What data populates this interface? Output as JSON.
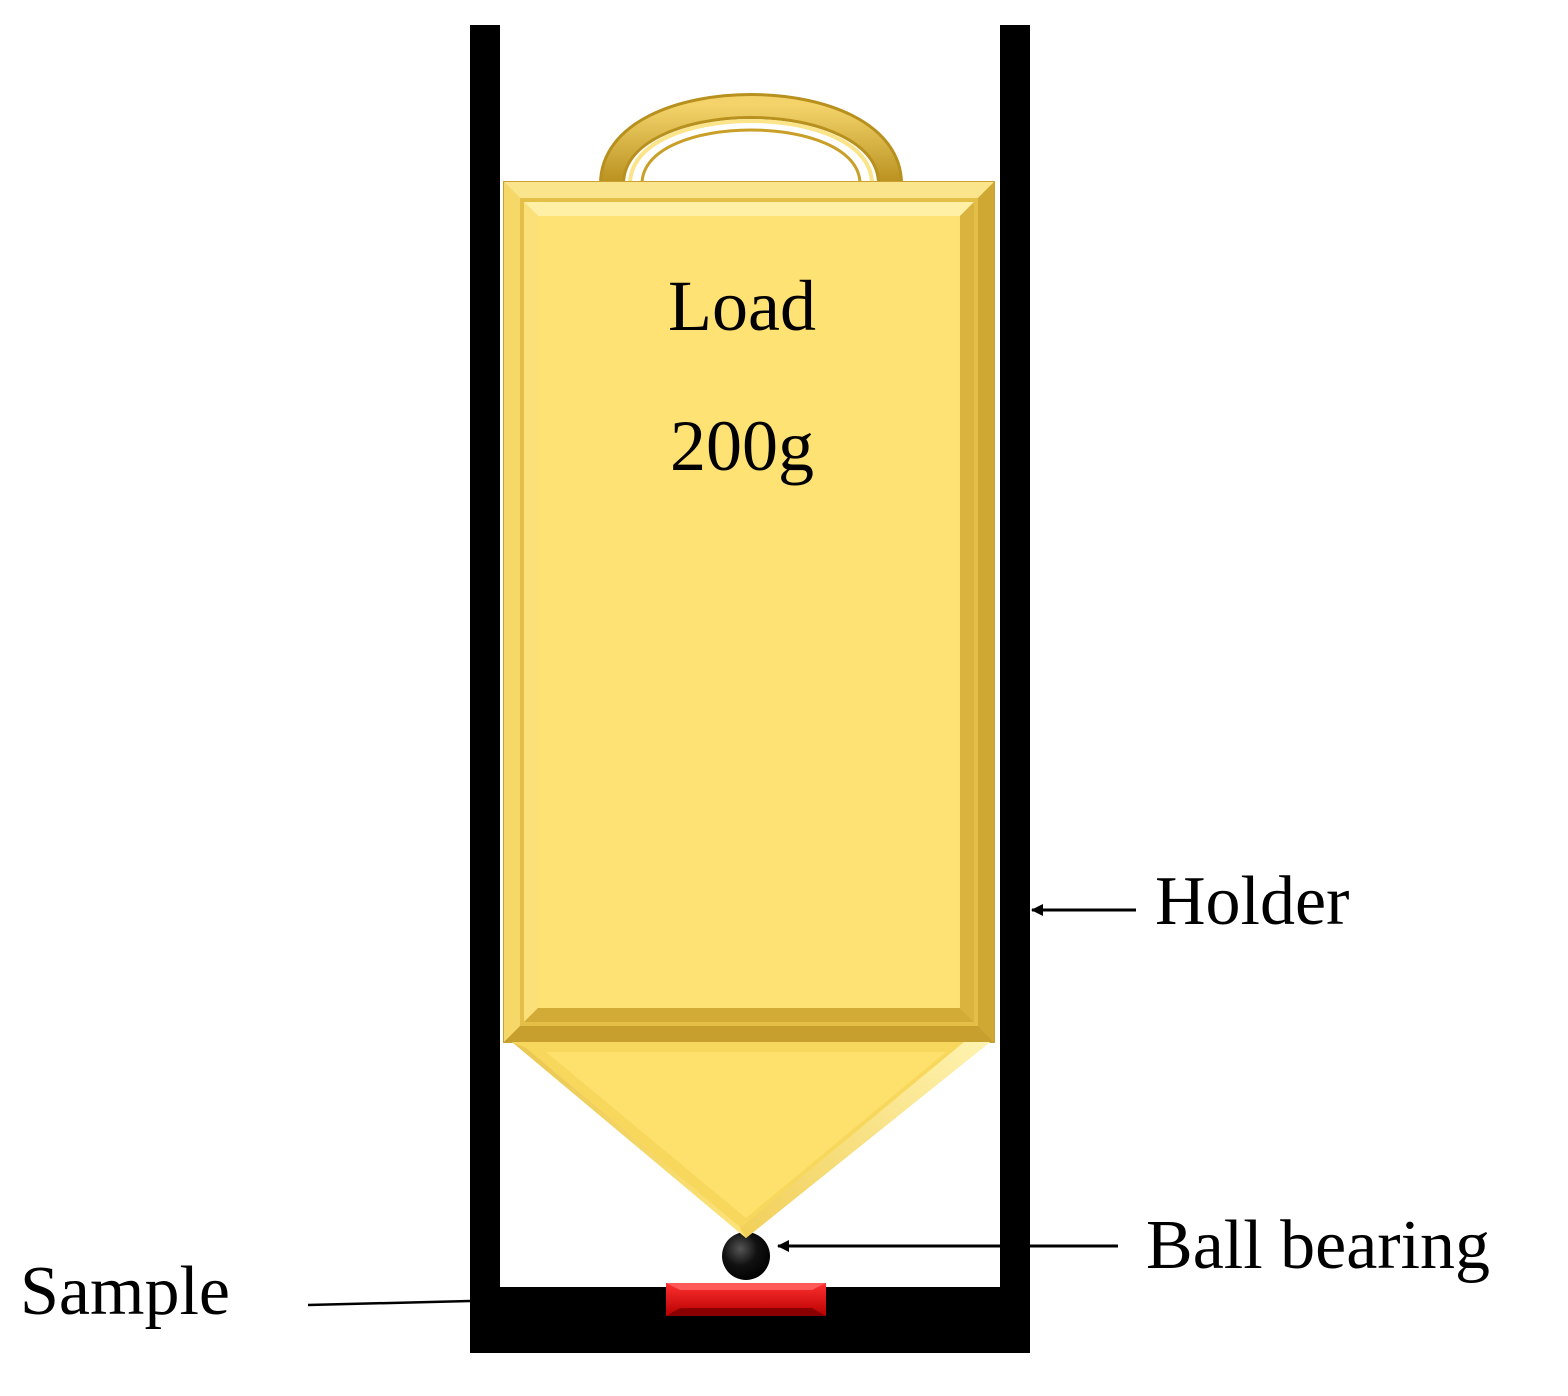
{
  "weight": {
    "line1": "Load",
    "line2": "200g"
  },
  "labels": {
    "holder": "Holder",
    "ball_bearing": "Ball bearing",
    "sample": "Sample"
  },
  "colors": {
    "holder": "#000000",
    "load_face": "#fde06a",
    "load_edge": "#e8c24a",
    "ring": "#d9b43a",
    "sample": "#e00000",
    "ball": "#000000"
  }
}
